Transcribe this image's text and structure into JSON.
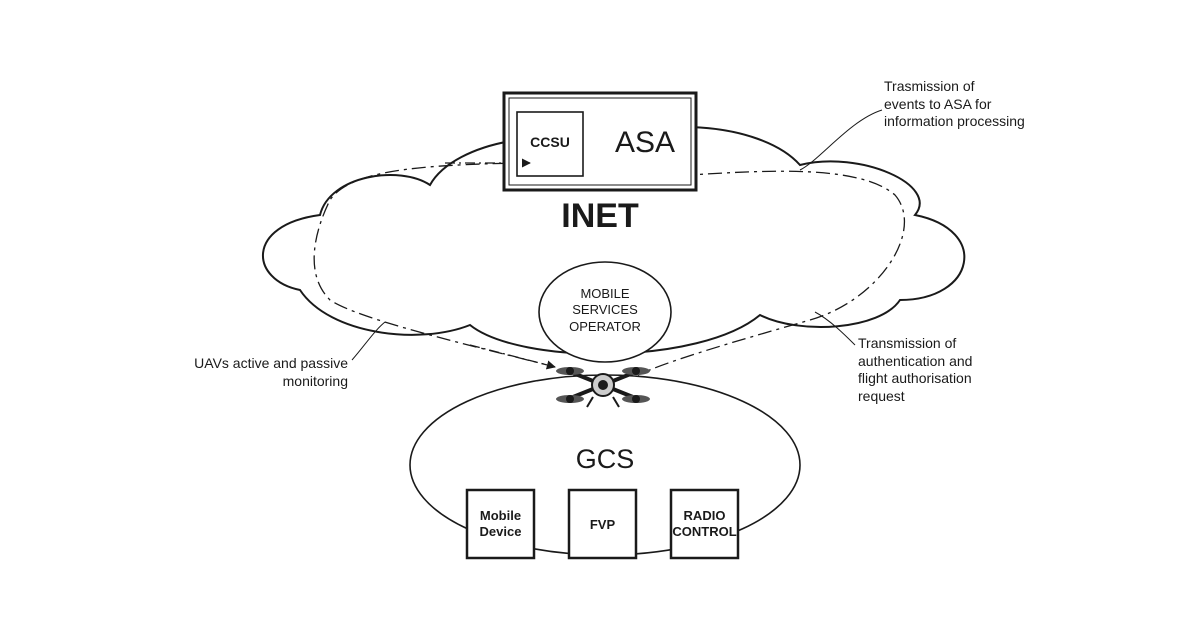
{
  "asa": {
    "label": "ASA",
    "ccsu_label": "CCSU"
  },
  "inet": {
    "label": "INET"
  },
  "mobile_services_operator": {
    "label": "MOBILE\nSERVICES\nOPERATOR"
  },
  "gcs": {
    "label": "GCS",
    "boxes": [
      {
        "label": "Mobile\nDevice"
      },
      {
        "label": "FVP"
      },
      {
        "label": "RADIO\nCONTROL"
      }
    ]
  },
  "annotations": {
    "transmission_events": "Trasmission of\nevents to ASA for\ninformation processing",
    "uav_monitoring": "UAVs active and passive\nmonitoring",
    "authentication_request": "Transmission of\nauthentication and\nflight authorisation\nrequest"
  },
  "colors": {
    "stroke": "#1a1a1a",
    "background": "#ffffff"
  }
}
